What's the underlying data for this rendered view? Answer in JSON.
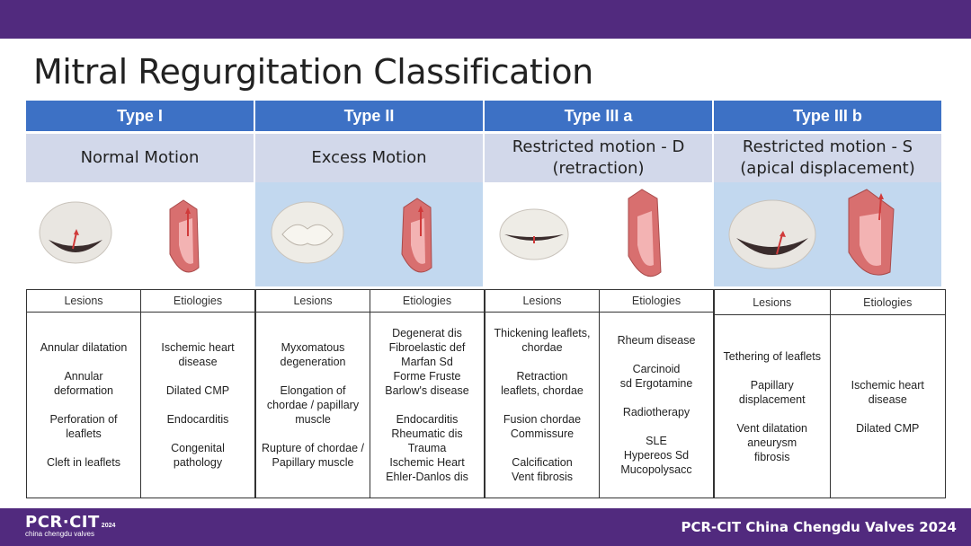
{
  "title": "Mitral Regurgitation Classification",
  "columns": [
    {
      "type": "Type I",
      "motion": "Normal Motion",
      "lesions_label": "Lesions",
      "etiologies_label": "Etiologies",
      "lesions": [
        "Annular dilatation",
        "Annular\ndeformation",
        "Perforation of\nleaflets",
        "Cleft in leaflets"
      ],
      "etiologies": [
        "Ischemic heart\ndisease",
        "Dilated CMP",
        "Endocarditis",
        "Congenital\npathology"
      ]
    },
    {
      "type": "Type II",
      "motion": "Excess Motion",
      "lesions_label": "Lesions",
      "etiologies_label": "Etiologies",
      "lesions": [
        "Myxomatous\ndegeneration",
        "Elongation of\nchordae / papillary\nmuscle",
        "Rupture of chordae /\nPapillary muscle"
      ],
      "etiologies": [
        "Degenerat dis\nFibroelastic def\nMarfan Sd\nForme Fruste\nBarlow's disease",
        "Endocarditis\nRheumatic dis\nTrauma\nIschemic Heart\nEhler-Danlos dis"
      ]
    },
    {
      "type": "Type III a",
      "motion": "Restricted motion - D\n(retraction)",
      "lesions_label": "Lesions",
      "etiologies_label": "Etiologies",
      "lesions": [
        "Thickening leaflets,\nchordae",
        "Retraction\nleaflets, chordae",
        "Fusion chordae\nCommissure",
        "Calcification\nVent fibrosis"
      ],
      "etiologies": [
        "Rheum disease",
        "Carcinoid\nsd Ergotamine",
        "Radiotherapy",
        "SLE\nHypereos Sd\nMucopolysacc"
      ]
    },
    {
      "type": "Type III b",
      "motion": "Restricted motion - S\n(apical displacement)",
      "lesions_label": "Lesions",
      "etiologies_label": "Etiologies",
      "lesions": [
        "Tethering of leaflets",
        "Papillary\ndisplacement",
        "Vent dilatation\naneurysm\nfibrosis"
      ],
      "etiologies": [
        "Ischemic heart\ndisease",
        "Dilated CMP"
      ]
    }
  ],
  "footer": {
    "logo_brand": "PCR·CIT",
    "logo_year": "2024",
    "logo_sub": "china chengdu valves",
    "event": "PCR-CIT China Chengdu Valves 2024"
  },
  "colors": {
    "bar": "#512a7e",
    "header": "#3d71c5",
    "motion_bg": "#d2d8ea",
    "illus_blue": "#c2d8ef"
  }
}
